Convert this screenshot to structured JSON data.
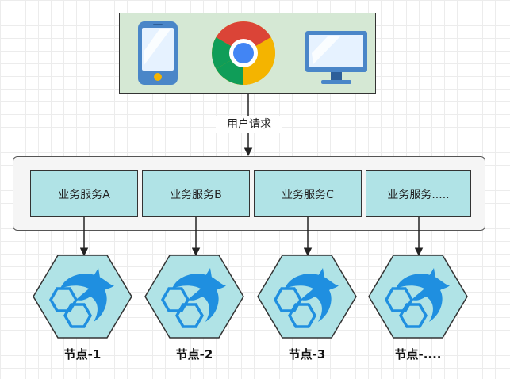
{
  "client_group": {
    "icons": [
      "mobile-phone-icon",
      "chrome-browser-icon",
      "desktop-monitor-icon"
    ],
    "fill_color": "#d5e8d4"
  },
  "request_label": "用户请求",
  "services": [
    {
      "label": "业务服务A"
    },
    {
      "label": "业务服务B"
    },
    {
      "label": "业务服务C"
    },
    {
      "label": "业务服务....."
    }
  ],
  "nodes": [
    {
      "label": "节点-1",
      "icon": "mysql-dolphin-icon"
    },
    {
      "label": "节点-2",
      "icon": "mysql-dolphin-icon"
    },
    {
      "label": "节点-3",
      "icon": "mysql-dolphin-icon"
    },
    {
      "label": "节点-....",
      "icon": "mysql-dolphin-icon"
    }
  ],
  "colors": {
    "service_fill": "#b0e3e6",
    "node_fill": "#b0e3e6",
    "dolphin": "#1f8fe0",
    "group_fill": "#f5f5f5"
  }
}
